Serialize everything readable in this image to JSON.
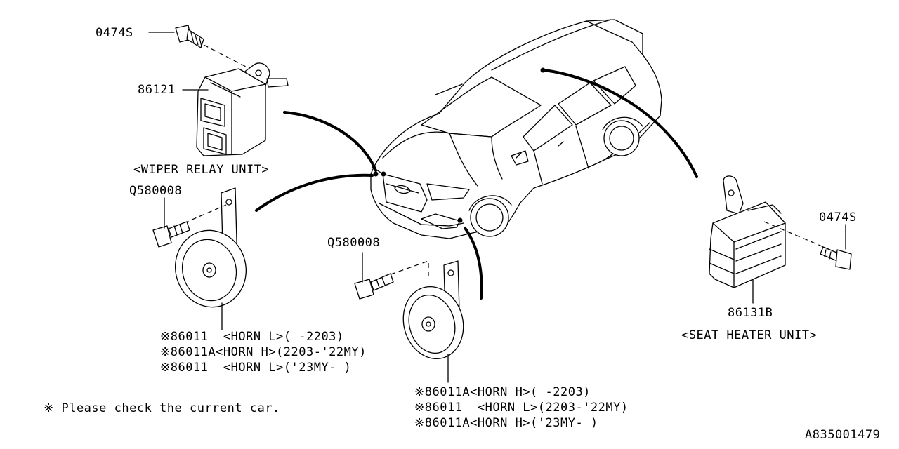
{
  "labels": {
    "bolt_top_left": "0474S",
    "wiper_relay_part": "86121",
    "wiper_relay_unit": "<WIPER RELAY UNIT>",
    "bolt_left_horn": "Q580008",
    "bolt_center_horn": "Q580008",
    "bolt_right": "0474S",
    "seat_heater_part": "86131B",
    "seat_heater_unit": "<SEAT HEATER UNIT>",
    "note": "※ Please check the current car.",
    "diagram_id": "A835001479"
  },
  "horn_left_lines": [
    "※86011  <HORN L>( -2203)",
    "※86011A<HORN H>(2203-'22MY)",
    "※86011  <HORN L>('23MY- )"
  ],
  "horn_center_lines": [
    "※86011A<HORN H>( -2203)",
    "※86011  <HORN L>(2203-'22MY)",
    "※86011A<HORN H>('23MY- )"
  ]
}
